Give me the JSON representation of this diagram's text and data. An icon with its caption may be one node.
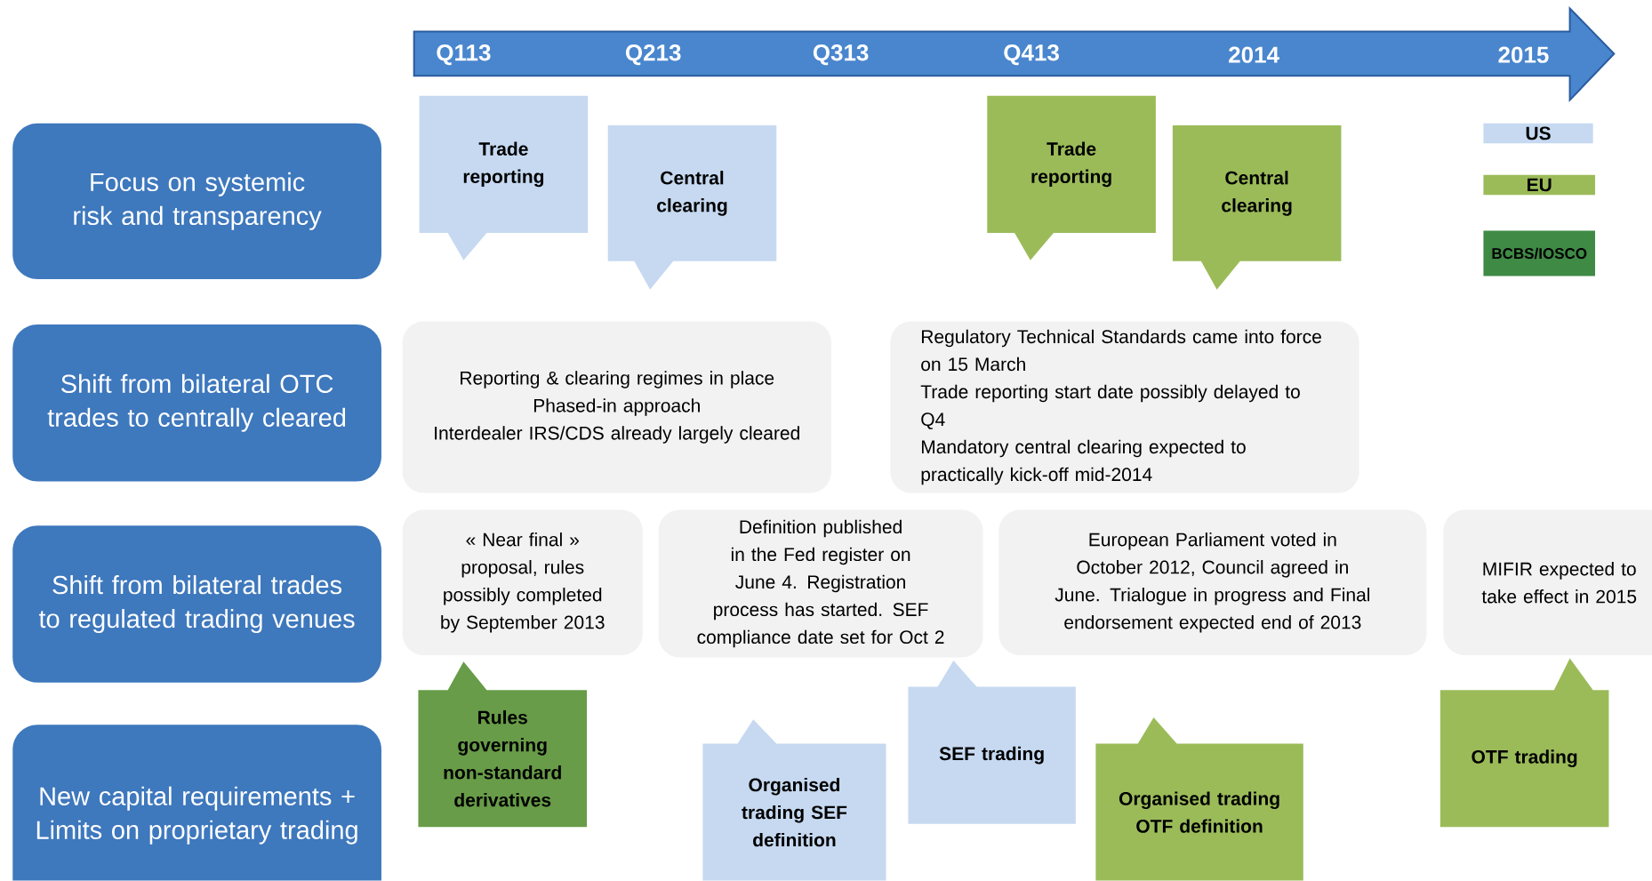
{
  "diagram": {
    "nodes": [
      {
        "text": [
          "Focus on systemic risk and transparency"
        ]
      },
      {
        "text": [
          "Shift from bilateral OTC trades to centrally cleared"
        ]
      },
      {
        "text": [
          "Shift from bilateral trades to regulated trading venues"
        ]
      },
      {
        "text": [
          "New capital requirements + Limits on proprietary trading"
        ]
      },
      {
        "text": [
          "Trade reporting"
        ]
      },
      {
        "text": [
          "Central clearing"
        ]
      },
      {
        "text": [
          "Trade reporting"
        ]
      },
      {
        "text": [
          "Central clearing"
        ]
      },
      {
        "text": [
          "Reporting & clearing regimes in place",
          "Phased-in approach",
          "Interdealer IRS/CDS already largely cleared"
        ]
      },
      {
        "text": [
          "Regulatory Technical Standards came into force on 15 March",
          "Trade reporting start date possibly delayed to Q4",
          "Mandatory central clearing expected to practically kick-off mid-2014"
        ]
      },
      {
        "text": [
          "« Near final » proposal, rules possibly completed by September 2013"
        ]
      },
      {
        "text": [
          "Definition published in the Fed register on June 4. Registration process has started.  SEF compliance date set for  Oct 2"
        ]
      },
      {
        "text": [
          "European Parliament voted in October 2012, Council agreed in June. Trialogue in progress and Final endorsement expected end of 2013"
        ]
      },
      {
        "text": [
          "MIFIR expected to take effect in 2015"
        ]
      },
      {
        "text": [
          "Rules governing non-standard derivatives"
        ]
      },
      {
        "text": [
          "Organised trading SEF definition"
        ]
      },
      {
        "text": [
          "SEF trading"
        ]
      },
      {
        "text": [
          "Organised trading OTF definition"
        ]
      },
      {
        "text": [
          "OTF trading"
        ]
      }
    ],
    "labels": [
      "Q113",
      "Q213",
      "Q313",
      "Q413",
      "2014",
      "2015"
    ],
    "legend": [
      {
        "text": "US",
        "color": "#c6d9f1"
      },
      {
        "text": "EU",
        "color": "#9bbb59"
      },
      {
        "text": "BCBS/IOSCO",
        "color": "#3f8a45"
      }
    ]
  }
}
